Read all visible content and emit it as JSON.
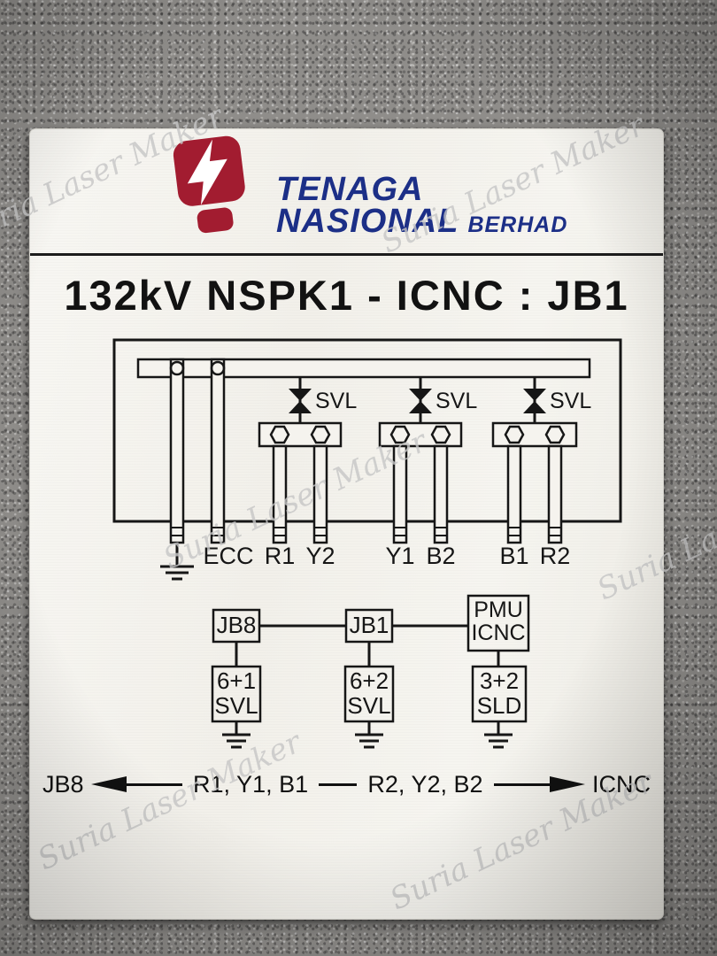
{
  "brand": {
    "line1": "TENAGA",
    "line2": "NASIONAL",
    "line3": "BERHAD"
  },
  "title": "132kV NSPK1 - ICNC : JB1",
  "diagram": {
    "svl_label": "SVL",
    "ecc_label": "ECC",
    "terminal_labels": [
      "R1",
      "Y2",
      "Y1",
      "B2",
      "B1",
      "R2"
    ],
    "flow": {
      "jb8": "JB8",
      "jb1": "JB1",
      "pmu_line1": "PMU",
      "pmu_line2": "ICNC",
      "box1_line1": "6+1",
      "box1_line2": "SVL",
      "box2_line1": "6+2",
      "box2_line2": "SVL",
      "box3_line1": "3+2",
      "box3_line2": "SLD"
    }
  },
  "bottom": {
    "left_label": "JB8",
    "left_phases": "R1, Y1, B1",
    "right_phases": "R2, Y2, B2",
    "right_label": "ICNC"
  },
  "watermark": "Suria Laser Maker",
  "icons": {
    "logo": "tnb-bolt-logo",
    "ground": "earth-ground-symbol",
    "svl": "surge-arrester-symbol",
    "arrow_left": "arrow-left",
    "arrow_right": "arrow-right"
  },
  "colors": {
    "brand_red": "#a21c30",
    "brand_blue": "#1c2f87",
    "plate": "#f5f3ee",
    "line": "#161616",
    "carpet": "#8f8d8a"
  }
}
